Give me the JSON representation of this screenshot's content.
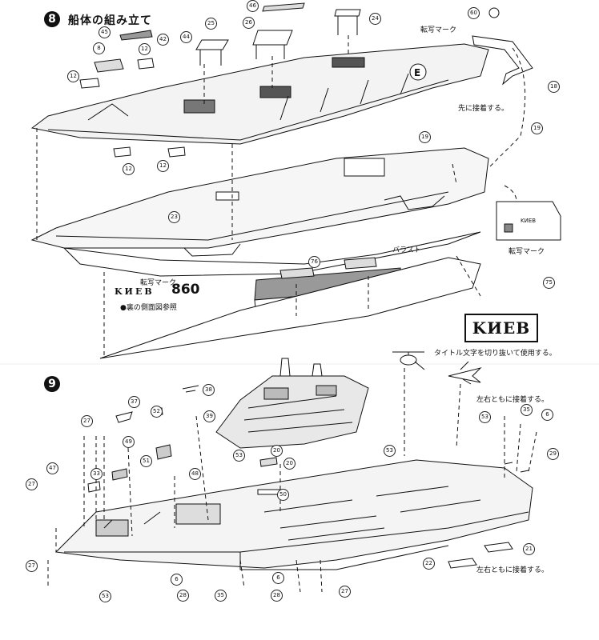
{
  "step8": {
    "number": "8",
    "title": "船体の組み立て",
    "decal_top": "転写マーク",
    "glue_first": "先に接着する。",
    "ballast": "バラスト",
    "decal_left": "転写マーク",
    "decal_right": "転写マーク",
    "kiev_label": "KИЕВ",
    "number_860": "860",
    "side_view_note": "●裏の側面図参照",
    "title_banner": "KИЕВ",
    "title_cut_note": "タイトル文字を切り抜いて使用する。",
    "inset_label": "KИЕВ",
    "callouts": [
      "46",
      "60",
      "25",
      "26",
      "24",
      "45",
      "42",
      "44",
      "8",
      "12",
      "12",
      "12",
      "12",
      "18",
      "19",
      "19",
      "23",
      "76",
      "75"
    ]
  },
  "step9": {
    "number": "9",
    "glue_both_top": "左右ともに接着する。",
    "glue_both_bottom": "左右ともに接着する。",
    "callouts": [
      "38",
      "37",
      "52",
      "39",
      "27",
      "49",
      "51",
      "48",
      "33",
      "47",
      "27",
      "53",
      "20",
      "20",
      "53",
      "50",
      "53",
      "35",
      "6",
      "29",
      "21",
      "22",
      "27",
      "6",
      "6",
      "28",
      "28",
      "35",
      "53",
      "27"
    ]
  }
}
